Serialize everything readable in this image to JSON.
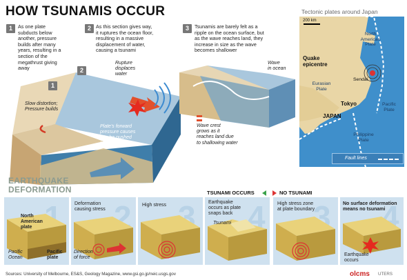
{
  "title": "HOW TSUNAMIS OCCUR",
  "steps": [
    {
      "num": "1",
      "text": [
        "As one plate",
        "subducts below",
        "another, pressure",
        "builds after many",
        "years, resulting in a",
        "section of the",
        "megathrust giving",
        "away"
      ]
    },
    {
      "num": "2",
      "text": [
        "As this section gives way,",
        "it ruptures the ocean floor,",
        "resulting in a massive",
        "displacement of water,",
        "causing a tsunami"
      ]
    },
    {
      "num": "3",
      "text": [
        "Tsunamis are barely felt as a",
        "ripple on the ocean surface, but",
        "as the wave reaches land, they",
        "increase in size as the wave",
        "becomes shallower"
      ]
    }
  ],
  "main_labels": {
    "rupture": [
      "Rupture",
      "displaces",
      "water"
    ],
    "slow": [
      "Slow distortion;",
      "Pressure builds"
    ],
    "forward": [
      "Plate's forward",
      "pressure causes",
      "it to be pushed",
      "below another"
    ],
    "wave_ocean": [
      "Wave",
      "in ocean"
    ],
    "crest": [
      "Wave crest",
      "grows as it",
      "reaches land due",
      "to shallowing water"
    ]
  },
  "map": {
    "title": "Tectonic plates around Japan",
    "scale": "200 km",
    "na_plate": [
      "North",
      "American",
      "Plate"
    ],
    "quake": [
      "Quake",
      "epicentre"
    ],
    "eurasian": [
      "Eurasian",
      "Plate"
    ],
    "sendai": "Sendai",
    "tokyo": "Tokyo",
    "japan": "JAPAN",
    "pacific": [
      "Pacific",
      "Plate"
    ],
    "philippine": [
      "Philippine",
      "Plate"
    ],
    "legend": "Fault lines"
  },
  "deformation": {
    "title": [
      "EARTHQUAKE",
      "DEFORMATION"
    ],
    "tsunami_occurs": "TSUNAMI OCCURS",
    "no_tsunami": "NO TSUNAMI",
    "panels": [
      {
        "num": "1",
        "labels": {
          "na": [
            "North",
            "American",
            "plate"
          ],
          "ocean": [
            "Pacific",
            "Ocean"
          ],
          "pacific": [
            "Pacific",
            "plate"
          ]
        }
      },
      {
        "num": "2",
        "text": [
          "Deformation",
          "causing stress"
        ],
        "dir": [
          "Direction",
          "of force"
        ]
      },
      {
        "num": "3",
        "text": [
          "High stress"
        ]
      },
      {
        "num": "4",
        "text": [
          "Earthquake",
          "occurs as plate",
          "snaps back"
        ],
        "tsunami": "Tsunami"
      },
      {
        "num": "3",
        "text": [
          "High stress zone",
          "at plate boundary"
        ]
      },
      {
        "num": "4",
        "text": [
          "No surface deformation",
          "means no tsunami"
        ],
        "quake": [
          "Earthquake",
          "occurs"
        ]
      }
    ]
  },
  "footer": {
    "source": "Sources: University of Melbourne, ES&S, Geology Magazine, www.gsi.go.jp/neic.usgs.gov",
    "credit": "UTERS",
    "watermark": "olcms"
  }
}
